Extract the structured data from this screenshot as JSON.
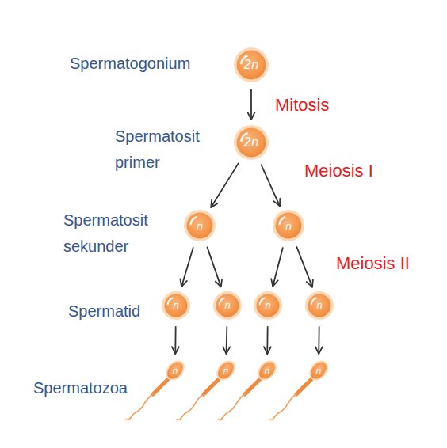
{
  "diagram": {
    "nodes": [
      {
        "text": [
          "2n"
        ]
      },
      {
        "text": [
          "2n"
        ]
      },
      {
        "text": [
          "n"
        ]
      },
      {
        "text": [
          "n"
        ]
      },
      {
        "text": [
          "n"
        ]
      },
      {
        "text": [
          "n"
        ]
      },
      {
        "text": [
          "n"
        ]
      },
      {
        "text": [
          "n"
        ]
      },
      {
        "text": [
          "n"
        ]
      },
      {
        "text": [
          "n"
        ]
      },
      {
        "text": [
          "n"
        ]
      },
      {
        "text": [
          "n"
        ]
      }
    ],
    "edges": [
      {
        "from": 0,
        "to": 1,
        "arrow": "to",
        "label": "Mitosis"
      },
      {
        "from": 1,
        "to": 2,
        "arrow": "to"
      },
      {
        "from": 1,
        "to": 3,
        "arrow": "to",
        "label": "Meiosis I"
      },
      {
        "from": 2,
        "to": 4,
        "arrow": "to"
      },
      {
        "from": 2,
        "to": 5,
        "arrow": "to"
      },
      {
        "from": 3,
        "to": 6,
        "arrow": "to"
      },
      {
        "from": 3,
        "to": 7,
        "arrow": "to",
        "label": "Meiosis II"
      },
      {
        "from": 4,
        "to": 8,
        "arrow": "to"
      },
      {
        "from": 5,
        "to": 9,
        "arrow": "to"
      },
      {
        "from": 6,
        "to": 10,
        "arrow": "to"
      },
      {
        "from": 7,
        "to": 11,
        "arrow": "to"
      }
    ],
    "labels": [
      "Spermatogonium",
      "Spermatosit primer",
      "Spermatosit sekunder",
      "Spermatid",
      "Spermatozoa"
    ]
  }
}
